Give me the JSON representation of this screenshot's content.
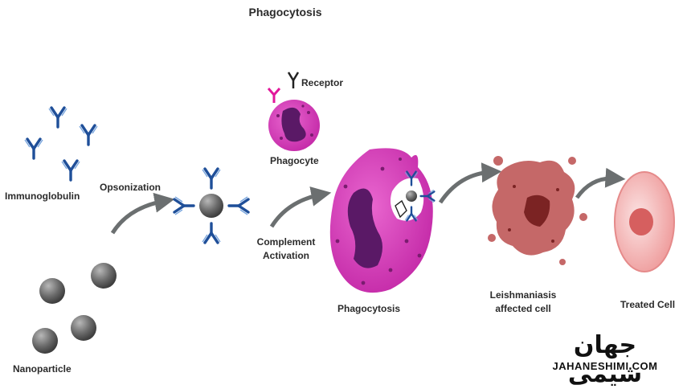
{
  "title": "Phagocytosis",
  "labels": {
    "immunoglobulin": "Immunoglobulin",
    "nanoparticle": "Nanoparticle",
    "opsonization": "Opsonization",
    "receptor": "Receptor",
    "phagocyte": "Phagocyte",
    "complement_line1": "Complement",
    "complement_line2": "Activation",
    "phagocytosis": "Phagocytosis",
    "leish_line1": "Leishmaniasis",
    "leish_line2": "affected cell",
    "treated_cell": "Treated Cell"
  },
  "brand": {
    "farsi": "جهان شیمی",
    "latin": "JAHANESHIMI.COM"
  },
  "colors": {
    "antibody": "#1f4f99",
    "receptor_pink": "#e2179b",
    "phagocyte_fill": "#d534b8",
    "nucleus": "#5a1966",
    "nanoparticle": "#6a6a6a",
    "arrow": "#6b6f70",
    "affected_cell": "#c56868",
    "treated_cell": "#f3b9b9"
  }
}
